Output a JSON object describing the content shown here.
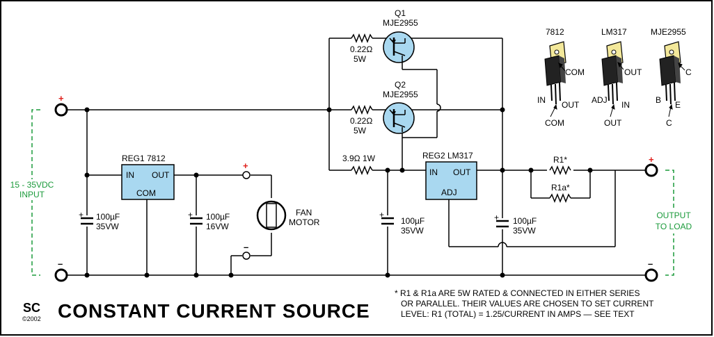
{
  "title": "CONSTANT CURRENT SOURCE",
  "logo": {
    "text": "SC",
    "year": "©2002"
  },
  "input": {
    "label_line1": "15 - 35VDC",
    "label_line2": "INPUT",
    "plus": "+",
    "minus": "–"
  },
  "output": {
    "label_line1": "OUTPUT",
    "label_line2": "TO LOAD",
    "plus": "+",
    "minus": "–"
  },
  "reg1": {
    "name": "REG1  7812",
    "in": "IN",
    "out": "OUT",
    "com": "COM"
  },
  "reg2": {
    "name": "REG2  LM317",
    "in": "IN",
    "out": "OUT",
    "adj": "ADJ"
  },
  "q1": {
    "name": "Q1",
    "part": "MJE2955",
    "r_value": "0.22Ω",
    "r_power": "5W"
  },
  "q2": {
    "name": "Q2",
    "part": "MJE2955",
    "r_value": "0.22Ω",
    "r_power": "5W"
  },
  "r_base": "3.9Ω  1W",
  "r1": "R1*",
  "r1a": "R1a*",
  "c1": {
    "value": "100µF",
    "rating": "35VW"
  },
  "c2": {
    "value": "100µF",
    "rating": "16VW"
  },
  "c3": {
    "value": "100µF",
    "rating": "35VW"
  },
  "c4": {
    "value": "100µF",
    "rating": "35VW"
  },
  "fan": {
    "label_line1": "FAN",
    "label_line2": "MOTOR",
    "plus": "+",
    "minus": "–"
  },
  "packages": [
    {
      "name": "7812",
      "tab": "COM",
      "left": "IN",
      "right": "OUT",
      "bottom": "COM"
    },
    {
      "name": "LM317",
      "tab": "OUT",
      "left": "ADJ",
      "right": "IN",
      "bottom": "OUT"
    },
    {
      "name": "MJE2955",
      "tab": "C",
      "left": "B",
      "right": "E",
      "bottom": "C"
    }
  ],
  "note": {
    "line1": "* R1 & R1a ARE 5W RATED & CONNECTED IN EITHER SERIES",
    "line2": "OR PARALLEL. THEIR VALUES ARE CHOSEN TO SET CURRENT",
    "line3": "LEVEL: R1 (TOTAL) = 1.25/CURRENT IN AMPS — SEE TEXT"
  },
  "colors": {
    "box_fill": "#a9d8f0",
    "accent_green": "#1a9a3a",
    "accent_red": "#e0201c",
    "tab_yellow": "#f3e89a"
  }
}
